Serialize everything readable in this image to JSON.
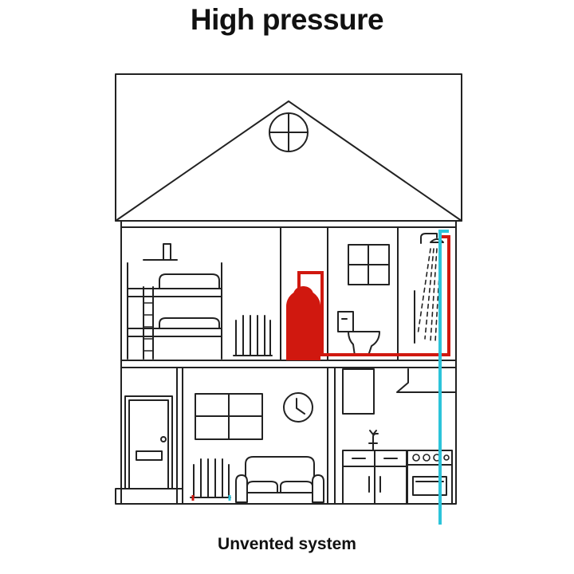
{
  "title": "High pressure",
  "caption": "Unvented system",
  "colors": {
    "line": "#222222",
    "hot_pipe": "#d0180f",
    "cold_pipe": "#2cc4da",
    "cylinder": "#d0180f"
  },
  "icons": [
    "house-outline",
    "attic-window-icon",
    "bunk-bed-icon",
    "radiator-icon",
    "hot-water-cylinder-icon",
    "toilet-icon",
    "shower-icon",
    "front-door-icon",
    "clock-icon",
    "sofa-icon",
    "kitchen-tap-icon",
    "cooker-icon"
  ]
}
